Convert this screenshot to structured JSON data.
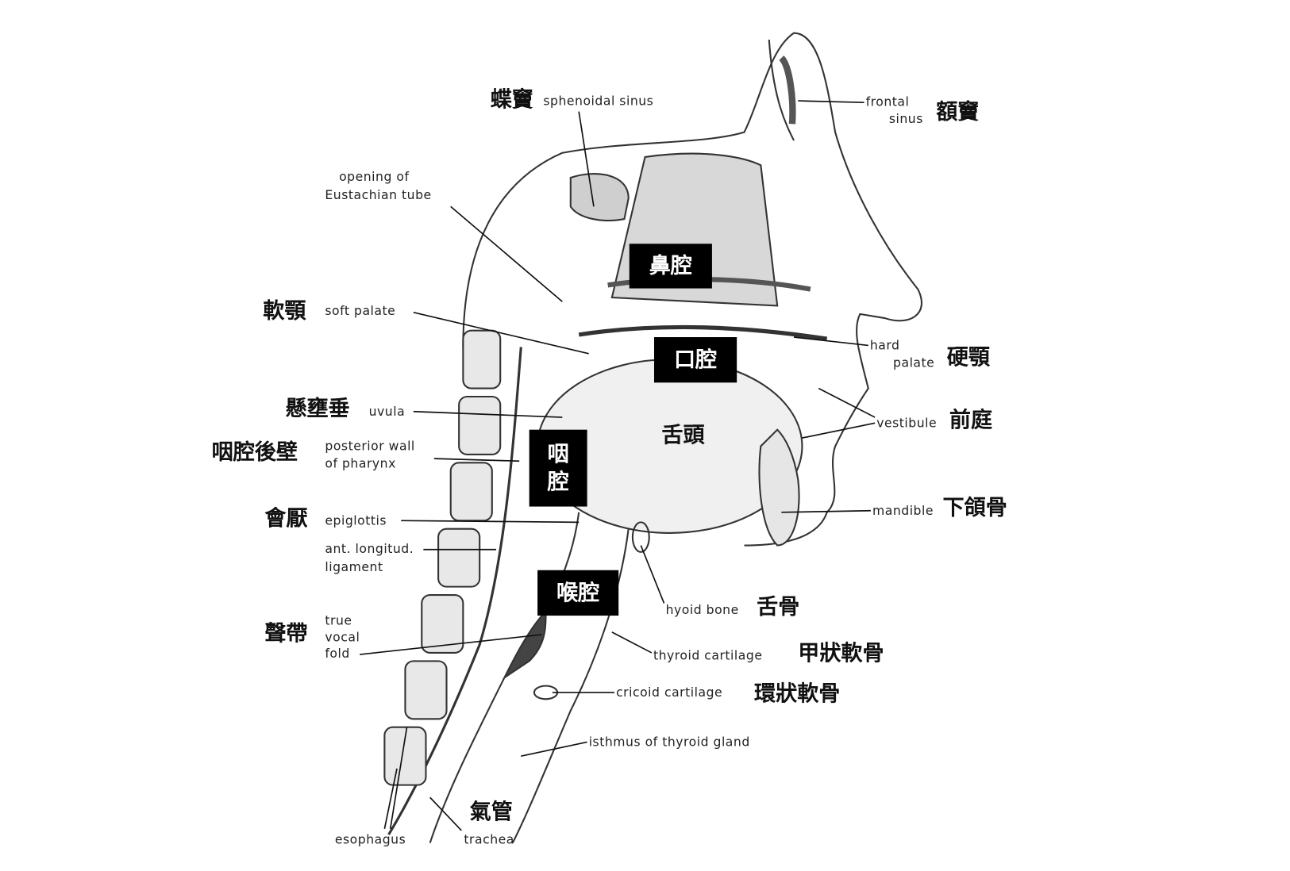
{
  "labels": {
    "sphenoidal_sinus": {
      "zh": "蝶竇",
      "en": "sphenoidal sinus"
    },
    "frontal_sinus": {
      "zh": "額竇",
      "en_1": "frontal",
      "en_2": "sinus"
    },
    "eustachian": {
      "en_1": "opening of",
      "en_2": "Eustachian tube"
    },
    "soft_palate": {
      "zh": "軟顎",
      "en": "soft palate"
    },
    "hard_palate": {
      "zh": "硬顎",
      "en_1": "hard",
      "en_2": "palate"
    },
    "uvula": {
      "zh": "懸壅垂",
      "en": "uvula"
    },
    "vestibule": {
      "zh": "前庭",
      "en": "vestibule"
    },
    "posterior_wall": {
      "zh": "咽腔後壁",
      "en_1": "posterior wall",
      "en_2": "of pharynx"
    },
    "mandible": {
      "zh": "下頜骨",
      "en": "mandible"
    },
    "epiglottis": {
      "zh": "會厭",
      "en": "epiglottis"
    },
    "ligament": {
      "en_1": "ant. longitud.",
      "en_2": "ligament"
    },
    "hyoid": {
      "zh": "舌骨",
      "en": "hyoid bone"
    },
    "vocal_fold": {
      "zh": "聲帶",
      "en_1": "true",
      "en_2": "vocal",
      "en_3": "fold"
    },
    "thyroid_cartilage": {
      "zh": "甲狀軟骨",
      "en": "thyroid cartilage"
    },
    "cricoid_cartilage": {
      "zh": "環狀軟骨",
      "en": "cricoid cartilage"
    },
    "isthmus": {
      "en": "isthmus of thyroid gland"
    },
    "trachea": {
      "zh": "氣管",
      "en": "trachea"
    },
    "esophagus": {
      "en": "esophagus"
    }
  },
  "regions": {
    "nasal_cavity": "鼻腔",
    "oral_cavity": "口腔",
    "pharynx_1": "咽",
    "pharynx_2": "腔",
    "larynx": "喉腔",
    "tongue": "舌頭"
  }
}
